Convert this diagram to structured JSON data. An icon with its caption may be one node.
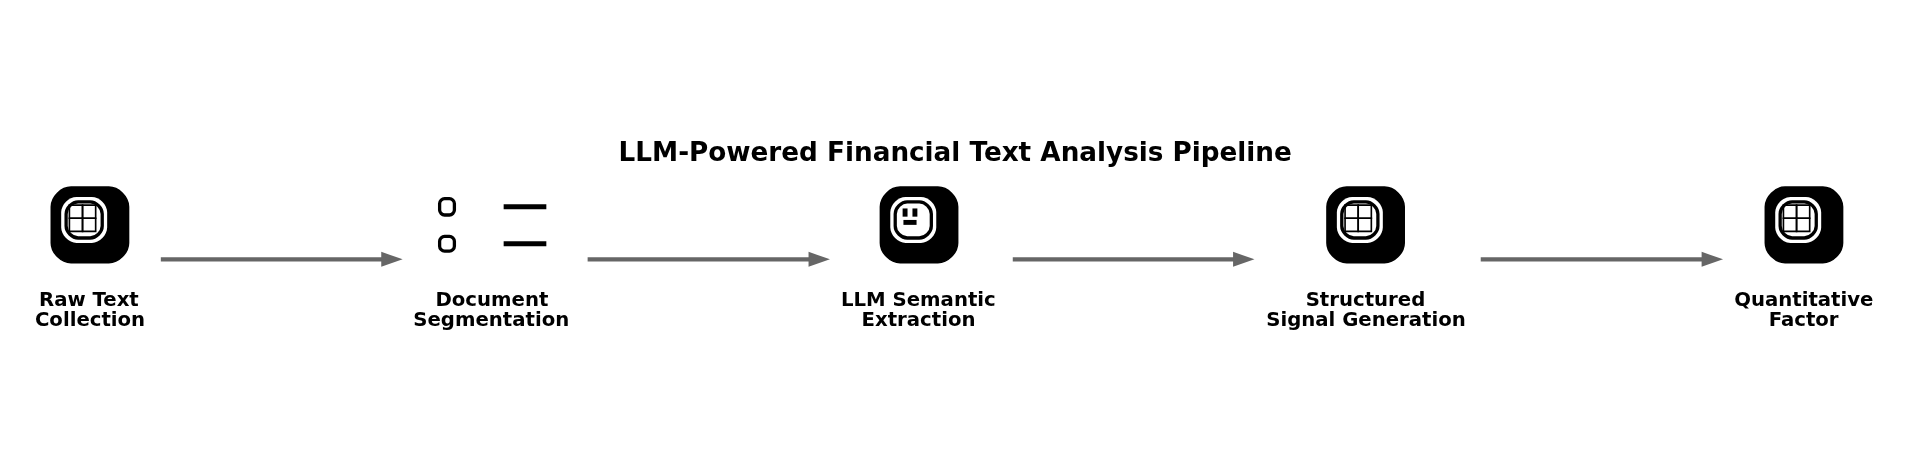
{
  "diagram": {
    "title": "LLM-Powered Financial Text Analysis Pipeline",
    "nodes": [
      {
        "text": [
          "Raw Text Collection"
        ]
      },
      {
        "text": [
          "Document Segmentation"
        ]
      },
      {
        "text": [
          "LLM Semantic Extraction"
        ]
      },
      {
        "text": [
          "Structured Signal Generation"
        ]
      },
      {
        "text": [
          "Quantitative Factor"
        ]
      }
    ],
    "edges": [
      {
        "from": 0,
        "to": 1,
        "arrow": "to"
      },
      {
        "from": 1,
        "to": 2,
        "arrow": "to"
      },
      {
        "from": 2,
        "to": 3,
        "arrow": "to"
      },
      {
        "from": 3,
        "to": 4,
        "arrow": "to"
      }
    ]
  }
}
